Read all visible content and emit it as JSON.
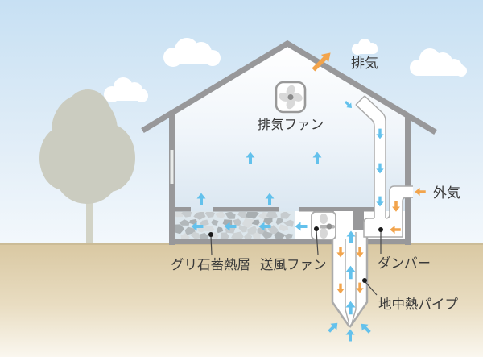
{
  "diagram": {
    "title_hint": "geothermal-heat-pipe-house-ventilation-diagram",
    "labels": {
      "exhaust": "排気",
      "exhaust_fan": "排気ファン",
      "outside_air": "外気",
      "gravel_heat_layer": "グリ石蓄熱層",
      "blower_fan": "送風ファン",
      "damper": "ダンパー",
      "geothermal_pipe": "地中熱パイプ"
    },
    "colors": {
      "warm_airflow_orange": "#f2a44c",
      "cool_airflow_blue": "#63c1ec",
      "structure_gray": "#98989a",
      "pipe_outline_gray": "#ababab",
      "sky_top": "#c7e0f3",
      "ground_top": "#d9c8a2"
    }
  }
}
